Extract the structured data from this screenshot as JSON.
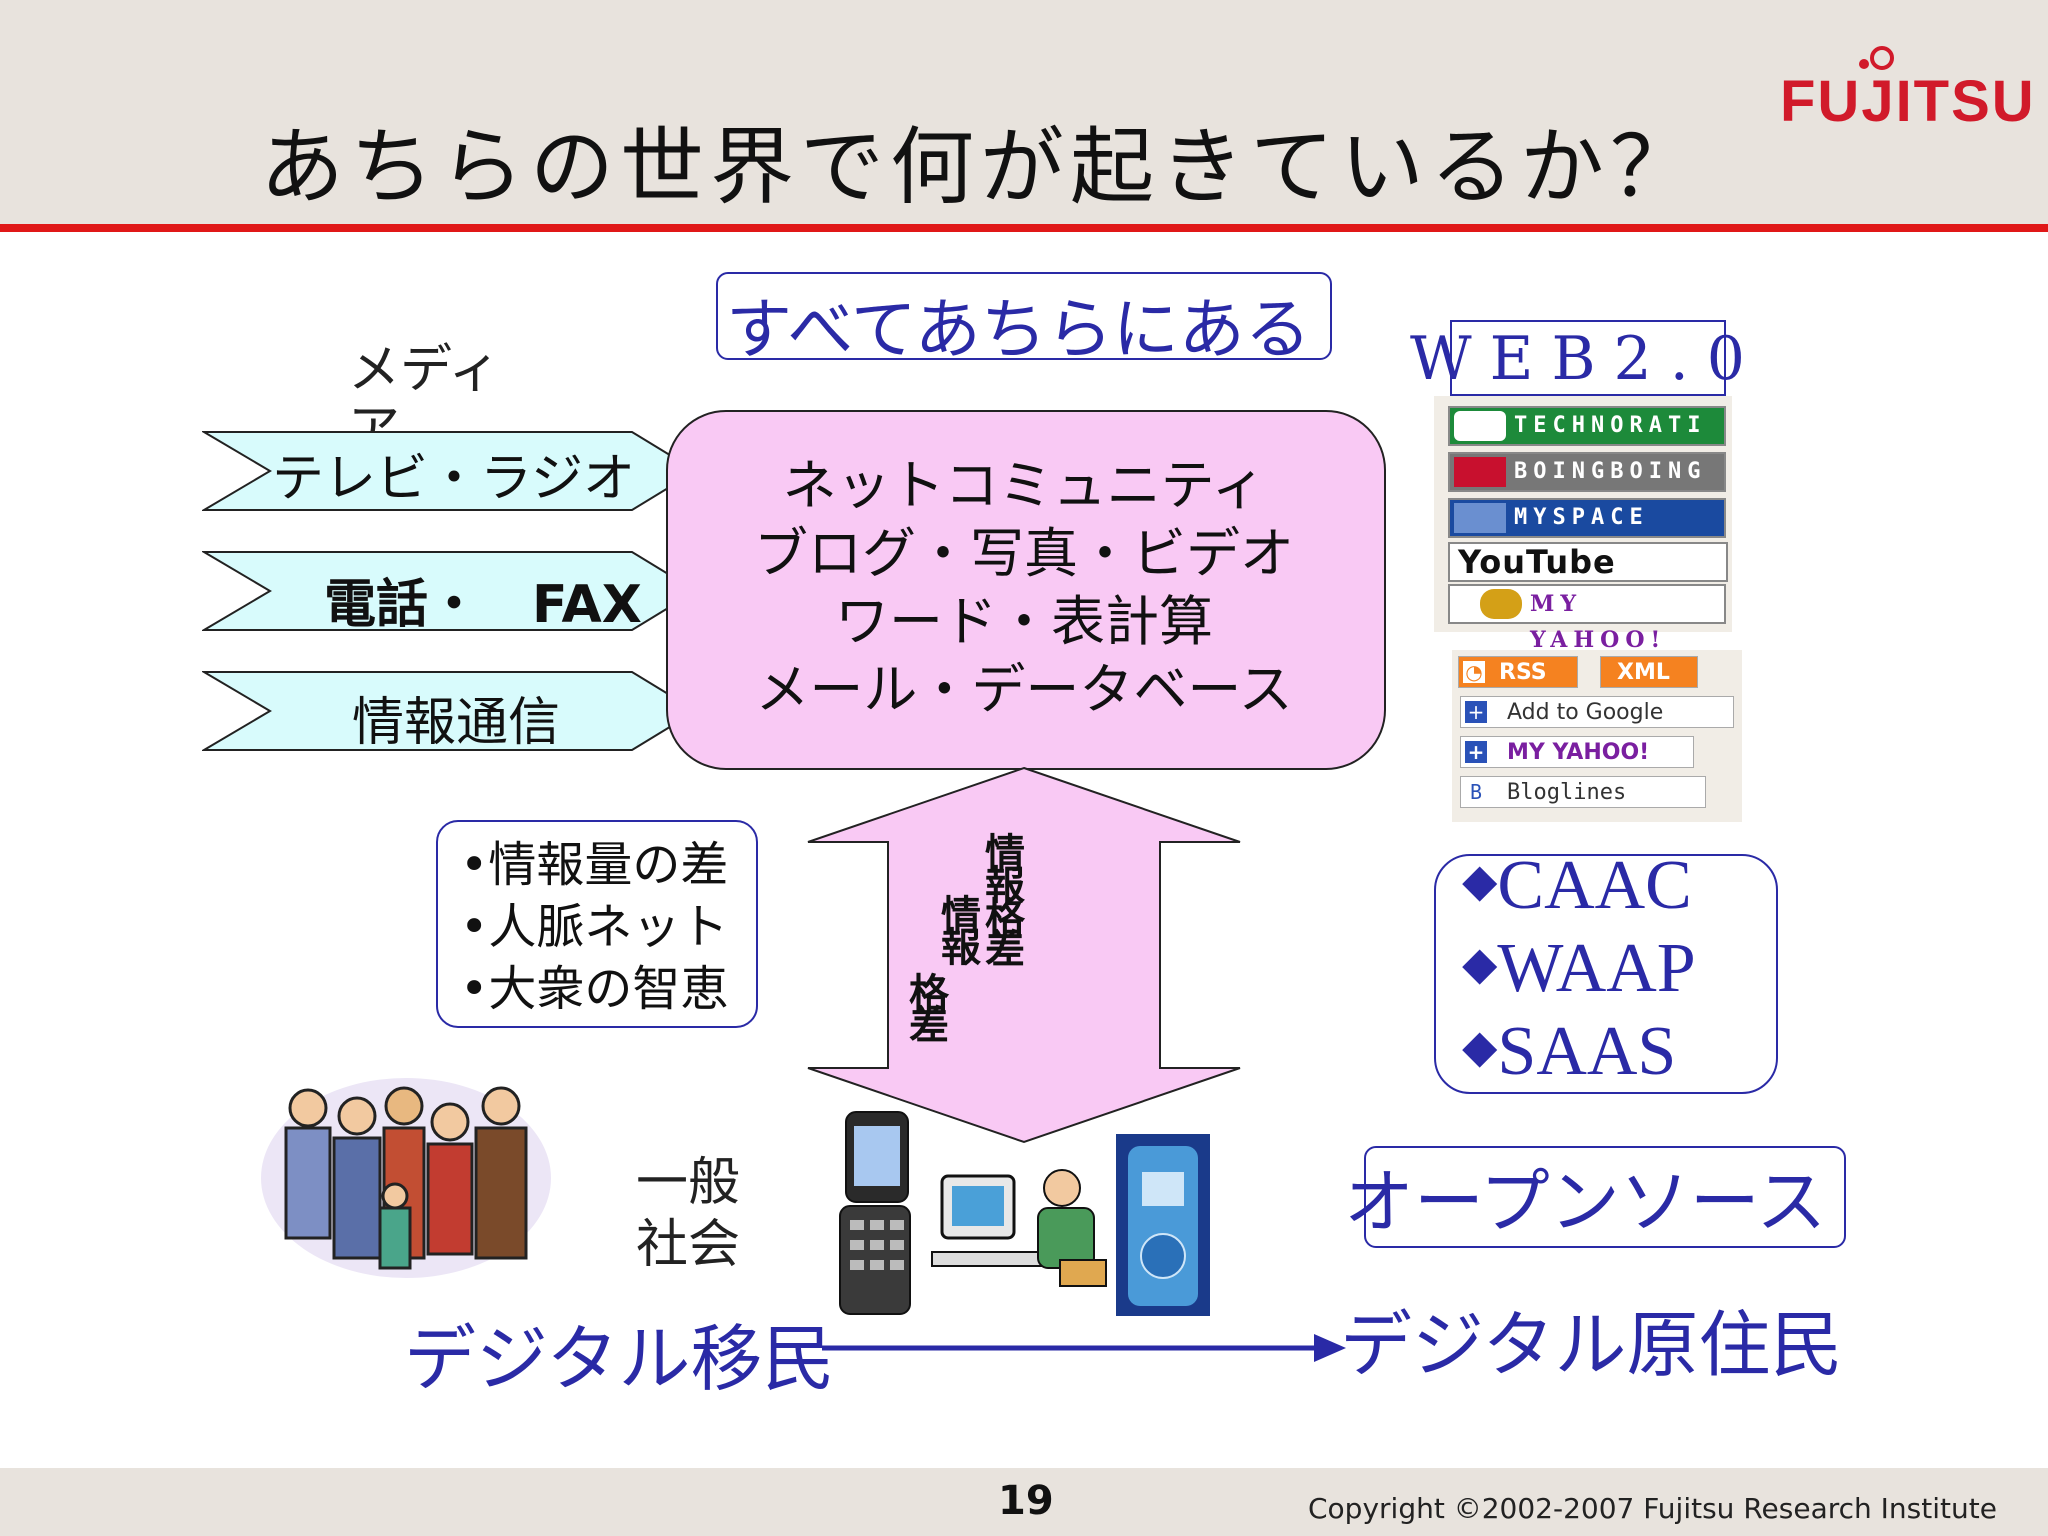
{
  "title": "あちらの世界で何が起きているか？",
  "logo": "FUJITSU",
  "all_there": "すべてあちらにある",
  "media_label": "メディア",
  "media_items": [
    "テレビ・ラジオ",
    "電話・　FAX",
    "情報通信"
  ],
  "community_lines": [
    "ネットコミュニティ",
    "ブログ・写真・ビデオ",
    "ワード・表計算",
    "メール・データベース"
  ],
  "web20": "WEB2.0",
  "web_badges": [
    "TECHNORATI",
    "BOINGBOING",
    "MYSPACE",
    "YouTube",
    "MY YAHOO!"
  ],
  "feed_buttons": [
    "RSS",
    "XML",
    "Add to Google",
    "MY YAHOO!",
    "Bloglines"
  ],
  "info_list": [
    "•情報量の差",
    "•人脈ネット",
    "•大衆の智恵"
  ],
  "arrow_labels": [
    "情報格差",
    "情報",
    "格差"
  ],
  "caac_list": [
    "CAAC",
    "WAAP",
    "SAAS"
  ],
  "open_source": "オープンソース",
  "general_society": [
    "一般",
    "社会"
  ],
  "digital_immigrant": "デジタル移民",
  "digital_native": "デジタル原住民",
  "page_number": "19",
  "copyright": "Copyright ©2002-2007 Fujitsu Research Institute",
  "colors": {
    "accent_red": "#e01818",
    "text_blue": "#2a2aa6",
    "community_pink": "#f9c9f4",
    "chevron_cyan": "#d8fbfc",
    "arrow_pink": "#f9c9f4"
  }
}
